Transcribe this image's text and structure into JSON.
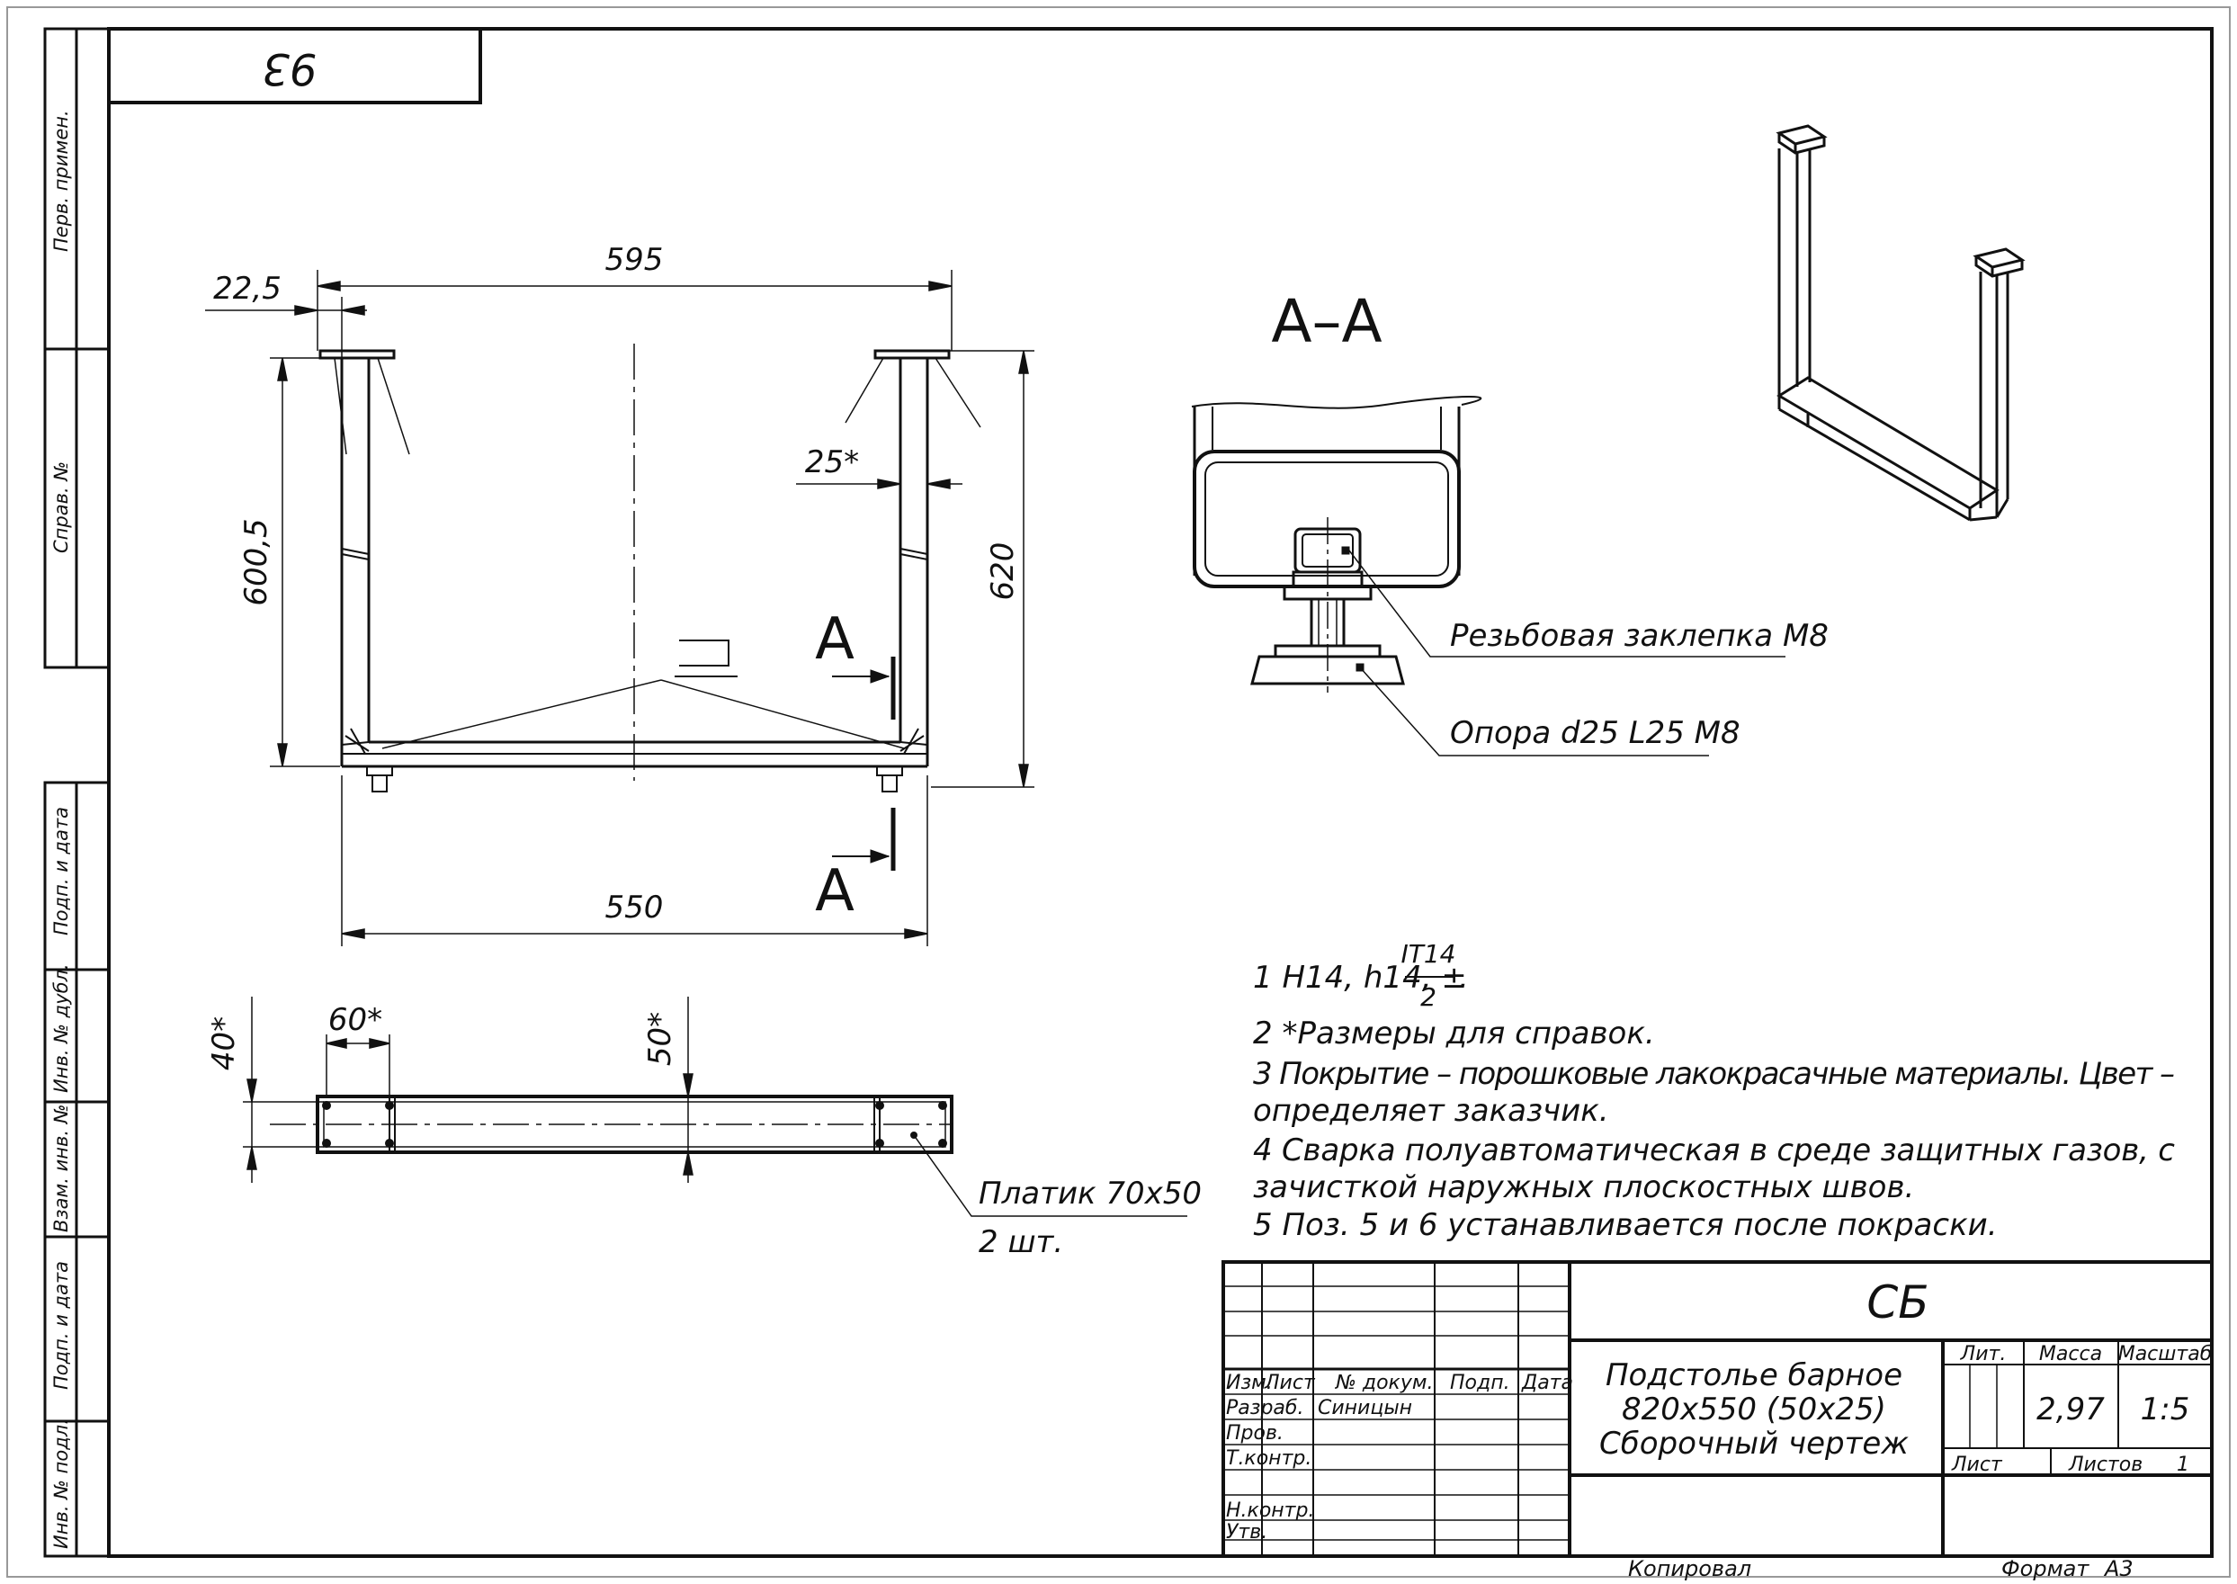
{
  "corner_stamp": "93",
  "side_labels": {
    "perv_primen": "Перв. примен.",
    "sprav_no": "Справ. №",
    "podp_data_1": "Подп. и дата",
    "inv_dubl": "Инв. № дубл.",
    "vzam_inv": "Взам. инв. №",
    "podp_data_2": "Подп. и дата",
    "inv_podl": "Инв. № подл."
  },
  "front_view": {
    "dim_top": "595",
    "dim_left_offset": "22,5",
    "dim_height_left": "600,5",
    "dim_height_right": "620",
    "dim_tube": "25*",
    "dim_bottom": "550",
    "section_mark_top": "А",
    "section_mark_bottom": "А"
  },
  "section_view": {
    "title": "А–А",
    "callout_1": "Резьбовая заклепка М8",
    "callout_2": "Опора d25 L25 M8"
  },
  "top_view": {
    "dim_40": "40*",
    "dim_60": "60*",
    "dim_50": "50*",
    "callout_line1": "Платик 70х50",
    "callout_line2": "2 шт."
  },
  "notes": {
    "n1_prefix": "1 H14, h14, ±",
    "n1_num": "IT14",
    "n1_den": "2",
    "n1_suffix": ".",
    "n2": "2  *Размеры для справок.",
    "n3a": "3 Покрытие – порошковые лакокрасачные материалы. Цвет –",
    "n3b": "определяет заказчик.",
    "n4a": "4 Сварка полуавтоматическая в среде защитных газов, с",
    "n4b": "зачисткой наружных плоскостных швов.",
    "n5": "5 Поз. 5 и 6 устанавливается после покраски."
  },
  "title_block": {
    "designation": "СБ",
    "name_line1": "Подстолье барное",
    "name_line2": "820х550 (50х25)",
    "name_line3": "Сборочный чертеж",
    "hdr_izm": "Изм.",
    "hdr_list": "Лист",
    "hdr_dokum": "№ докум.",
    "hdr_podp": "Подп.",
    "hdr_data": "Дата",
    "razrab_label": "Разраб.",
    "razrab_name": "Синицын",
    "prov_label": "Пров.",
    "tkontr_label": "Т.контр.",
    "nkontr_label": "Н.контр.",
    "utv_label": "Утв.",
    "lit_label": "Лит.",
    "massa_label": "Масса",
    "masshtab_label": "Масштаб",
    "massa_value": "2,97",
    "masshtab_value": "1:5",
    "list_label": "Лист",
    "listov_label": "Листов",
    "listov_value": "1",
    "kopiroval": "Копировал",
    "format_label": "Формат",
    "format_value": "А3"
  }
}
